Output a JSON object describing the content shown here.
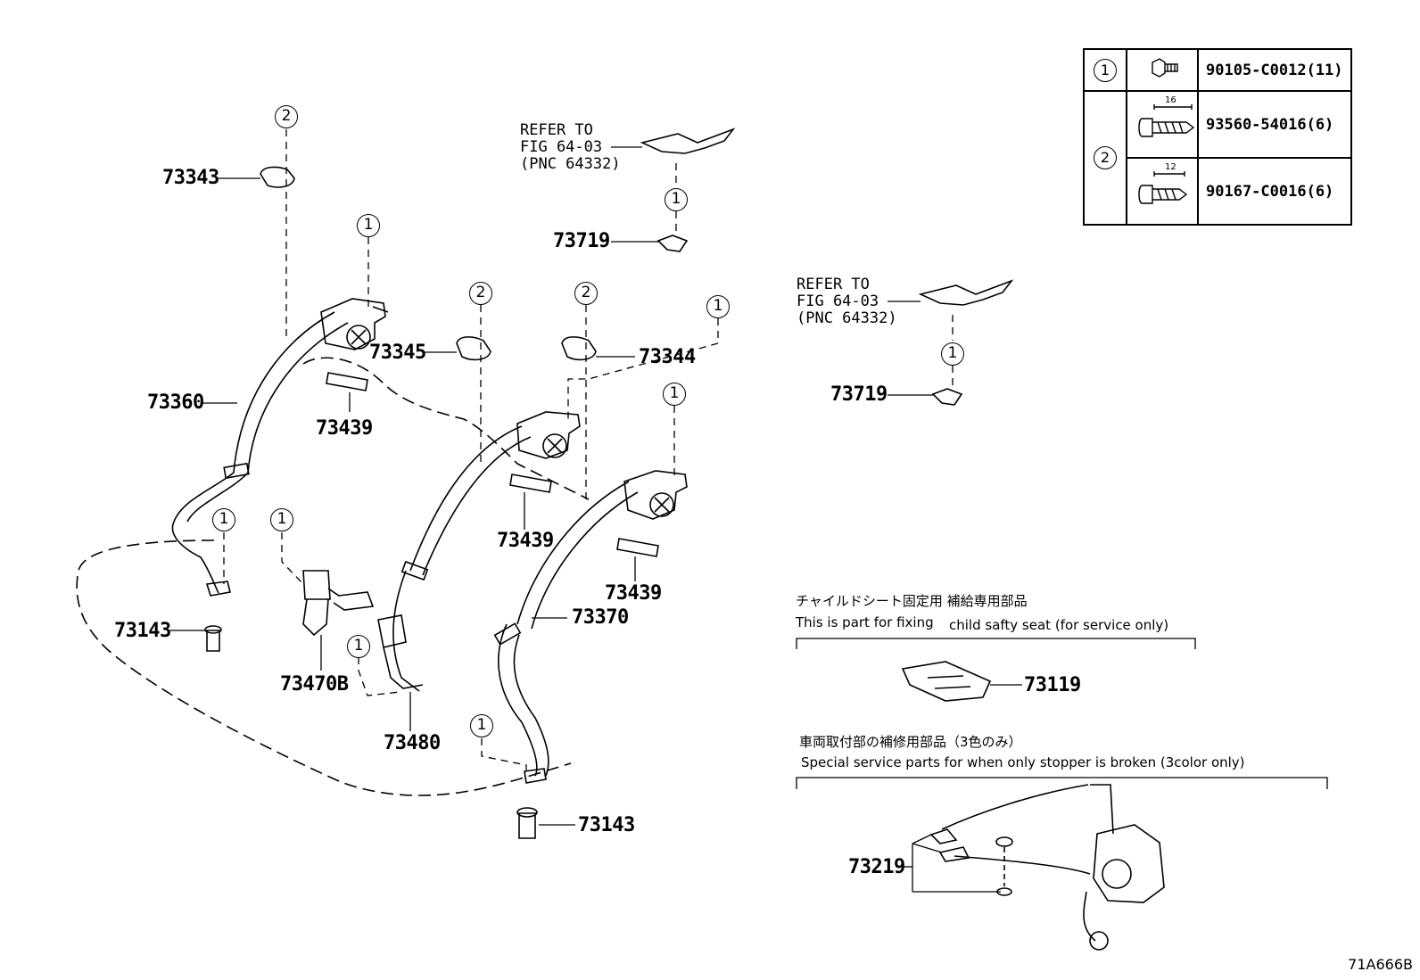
{
  "legend": {
    "row1": {
      "key": "1",
      "part_no": "90105-C0012(11)"
    },
    "row2_key": "2",
    "row2a": {
      "dim": "16",
      "part_no": "93560-54016(6)"
    },
    "row2b": {
      "dim": "12",
      "part_no": "90167-C0016(6)"
    }
  },
  "callouts": {
    "p73343": "73343",
    "p73360": "73360",
    "p73439a": "73439",
    "p73439b": "73439",
    "p73439c": "73439",
    "p73345": "73345",
    "p73344": "73344",
    "p73719a": "73719",
    "p73719b": "73719",
    "p73143a": "73143",
    "p73143b": "73143",
    "p73470b": "73470B",
    "p73480": "73480",
    "p73370": "73370",
    "p73119": "73119",
    "p73219": "73219"
  },
  "refer_note": "REFER TO\nFIG 64-03\n(PNC 64332)",
  "circle_marks": {
    "one": "1",
    "two": "2"
  },
  "child_seat_note": {
    "jp": "チャイルドシート固定用 補給専用部品",
    "en_part1": "This is part for fixing",
    "en_part2": "child safty seat (for service only)"
  },
  "stopper_note": {
    "jp": "車両取付部の補修用部品（3色のみ）",
    "en": "Special service parts for when only stopper is broken (3color only)"
  },
  "illustration_code": "71A666B"
}
